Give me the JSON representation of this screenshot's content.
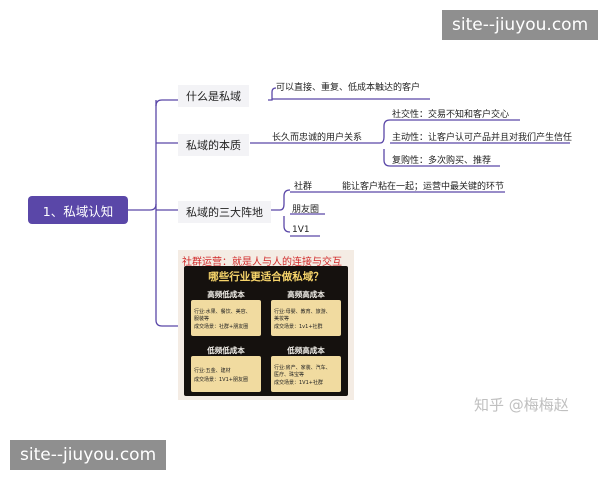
{
  "watermark": {
    "text": "site--jiuyou.com"
  },
  "root": {
    "label": "1、私域认知"
  },
  "branches": [
    {
      "label": "什么是私域",
      "note": "可以直接、重复、低成本触达的客户"
    },
    {
      "label": "私域的本质",
      "note": "长久而忠诚的用户关系",
      "details": [
        "社交性：交易不知和客户交心",
        "主动性：让客户认可产品并且对我们产生信任",
        "复购性：多次购买、推荐"
      ]
    },
    {
      "label": "私域的三大阵地",
      "items": [
        {
          "label": "社群",
          "note": "能让客户粘在一起；运营中最关键的环节"
        },
        {
          "label": "朋友圈"
        },
        {
          "label": "1V1"
        }
      ]
    }
  ],
  "infographic": {
    "caption": "社群运营：就是人与人的连接与交互",
    "title": "哪些行业更适合做私域？",
    "quadrants": [
      {
        "title": "高频低成本",
        "lines": [
          "行业:水果、餐饮、美容、",
          "服装等",
          "成交场景：社群+朋友圈"
        ]
      },
      {
        "title": "高频高成本",
        "lines": [
          "行业:母婴、教育、旅游、",
          "美妆等",
          "成交场景：1v1+社群"
        ]
      },
      {
        "title": "低频低成本",
        "lines": [
          "行业:五金、建材",
          "成交场景：1V1+朋友圈"
        ]
      },
      {
        "title": "低频高成本",
        "lines": [
          "行业:房产、家装、汽车、",
          "医疗、珠宝等",
          "成交场景：1V1+社群"
        ]
      }
    ]
  },
  "brand": {
    "text": "知乎 @梅梅赵"
  },
  "colors": {
    "root": "#5a47a8",
    "lines": "#5a47a8",
    "panel": "#15110e",
    "quadrant_box": "#f1dba0",
    "quadrant_title_main": "#f5d36a",
    "caption": "#d12a2a"
  }
}
